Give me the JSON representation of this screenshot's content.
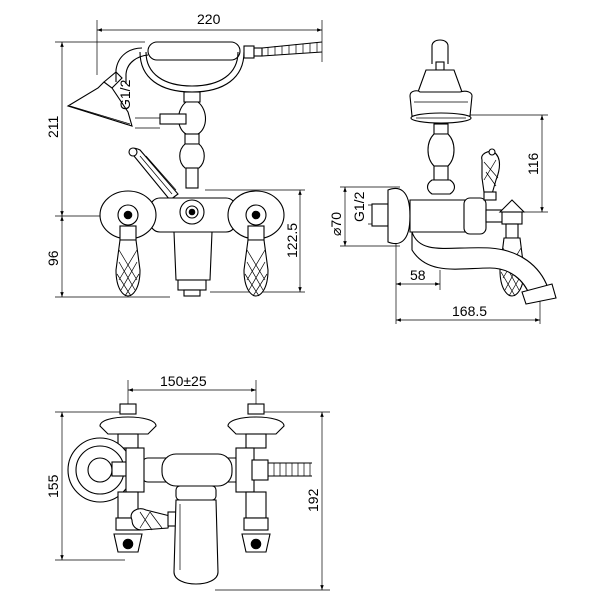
{
  "colors": {
    "line": "#000000",
    "background": "#ffffff"
  },
  "front_view": {
    "width_dim": "220",
    "height_dim": "211",
    "lower_dim": "96",
    "outlet_dim": "122.5",
    "thread_label": "G1/2"
  },
  "side_view": {
    "height_dim": "116",
    "diameter_dim": "⌀70",
    "thread_label": "G1/2",
    "offset_dim": "58",
    "depth_dim": "168.5"
  },
  "top_view": {
    "spacing_dim": "150±25",
    "depth_dim": "155",
    "overall_dim": "192"
  }
}
